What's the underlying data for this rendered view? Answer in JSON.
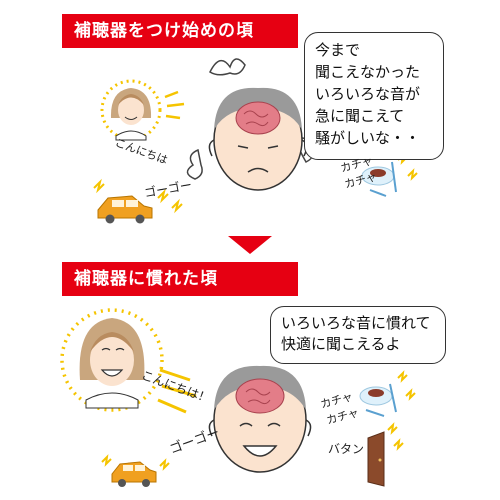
{
  "panel_before": {
    "title": "補聴器をつけ始めの頃",
    "speech_lines": [
      "今まで",
      "聞こえなかった",
      "いろいろな音が",
      "急に聞こえて",
      "騒がしいな・・"
    ],
    "greeting": "こんにちは",
    "car_sound": "ゴーゴー",
    "dish_sound_1": "カチャ",
    "dish_sound_2": "カチャ"
  },
  "panel_after": {
    "title": "補聴器に慣れた頃",
    "speech_lines": [
      "いろいろな音に慣れて",
      "快適に聞こえるよ"
    ],
    "greeting": "こんにちは！",
    "car_sound": "ゴーゴー",
    "dish_sound_1": "カチャ",
    "dish_sound_2": "カチャ",
    "door_sound": "バタン"
  },
  "colors": {
    "accent": "#e60012",
    "yellow": "#f5c400",
    "brain": "#e37d88",
    "car": "#f0a020"
  }
}
